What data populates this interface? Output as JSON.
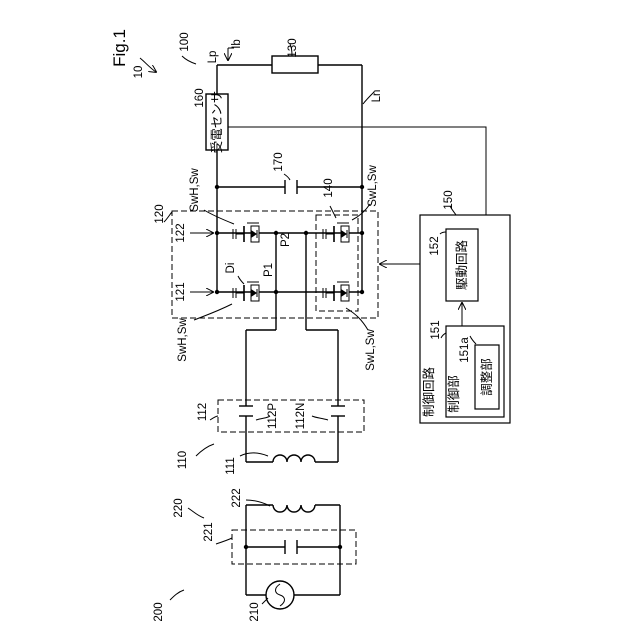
{
  "figure": {
    "title": "Fig.1"
  },
  "labels": {
    "system": "10",
    "power_receiver": "100",
    "rectifier": "120",
    "load": "130",
    "power_sensor": "160",
    "capacitor": "170",
    "node_140": "140",
    "control": "150",
    "control_unit": "151",
    "adjust_unit": "151a",
    "drive_circuit": "152",
    "resonator_cap": "112",
    "cap_112p": "112P",
    "cap_112n": "112N",
    "receiver_resonator": "110",
    "receive_coil": "111",
    "transmitter": "200",
    "transmit_resonator": "220",
    "transmit_cap": "221",
    "transmit_coil": "222",
    "ac_source": "210",
    "line_p": "Lp",
    "line_n": "Ln",
    "current": "Ib",
    "node_p1": "P1",
    "node_p2": "P2",
    "diode": "Di",
    "rect_122": "122",
    "rect_121": "121",
    "sw_h_top": "SwH,Sw",
    "sw_h_bottom": "SwH,Sw",
    "sw_l_top": "SwL,Sw",
    "sw_l_bottom": "SwL,Sw"
  },
  "japanese": {
    "power_sensor": "受電センサ",
    "control_circuit": "制御回路",
    "control_unit": "制御部",
    "adjust_unit": "調整部",
    "drive_circuit": "駆動回路"
  }
}
